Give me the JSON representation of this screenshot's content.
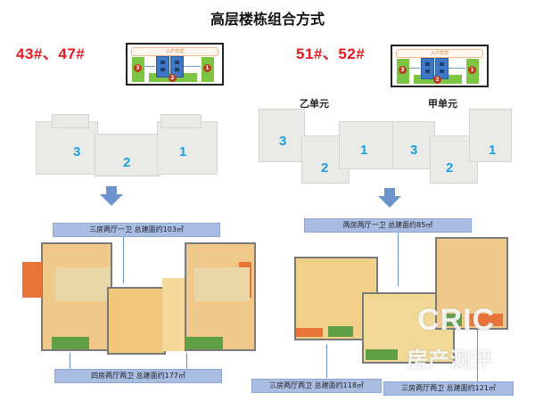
{
  "title": "高层楼栋组合方式",
  "left": {
    "buildings": "43#、47#",
    "mini_diagram": {
      "header": "入户方式",
      "numbers": [
        "3",
        "2",
        "1"
      ]
    },
    "layout_units": [
      "3",
      "2",
      "1"
    ],
    "top_label": "三房两厅一卫  总建面约103㎡",
    "bottom_label": "四房两厅两卫  总建面约177㎡"
  },
  "right": {
    "buildings": "51#、52#",
    "mini_diagram": {
      "header": "入户方式",
      "numbers": [
        "3",
        "2",
        "1"
      ]
    },
    "unit_labels": [
      "乙单元",
      "甲单元"
    ],
    "layout_units": [
      "3",
      "2",
      "1",
      "3",
      "2",
      "1"
    ],
    "top_label": "两房两厅一卫  总建面约85㎡",
    "bottom_labels": [
      "三房两厅两卫  总建面约118㎡",
      "三房两厅两卫  总建面约121㎡"
    ]
  },
  "watermark": {
    "line1": "CRIC",
    "line2": "房产测评"
  },
  "colors": {
    "title": "#111111",
    "buildings": "#e8191e",
    "unit_number": "#1aa0e6",
    "label_bg": "#a9bde3",
    "arrow": "#6d93cf",
    "green": "#7cc542"
  }
}
